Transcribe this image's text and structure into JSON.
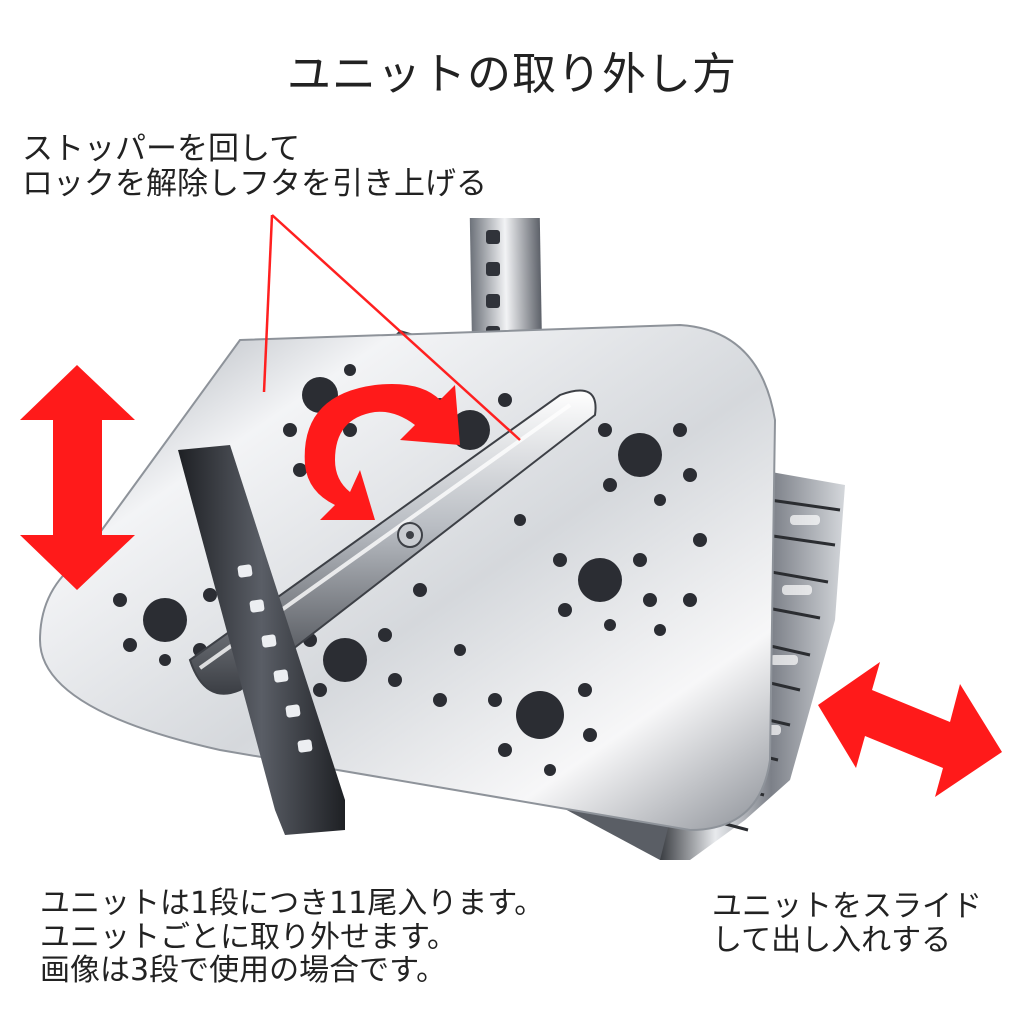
{
  "title": "ユニットの取り外し方",
  "annotations": {
    "stopper": [
      "ストッパーを回して",
      "ロックを解除しフタを引き上げる"
    ],
    "units": [
      "ユニットは1段につき11尾入ります。",
      "ユニットごとに取り外せます。",
      "画像は3段で使用の場合です。"
    ],
    "slide": [
      "ユニットをスライド",
      "して出し入れする"
    ]
  },
  "colors": {
    "arrow": "#ff1a1a",
    "steel_light": "#f4f5f7",
    "steel_dark": "#2a2c30",
    "leader": "#ff2020"
  },
  "icons": [
    "double-vertical-arrow-icon",
    "rotate-arrow-icon",
    "double-diagonal-arrow-icon"
  ]
}
